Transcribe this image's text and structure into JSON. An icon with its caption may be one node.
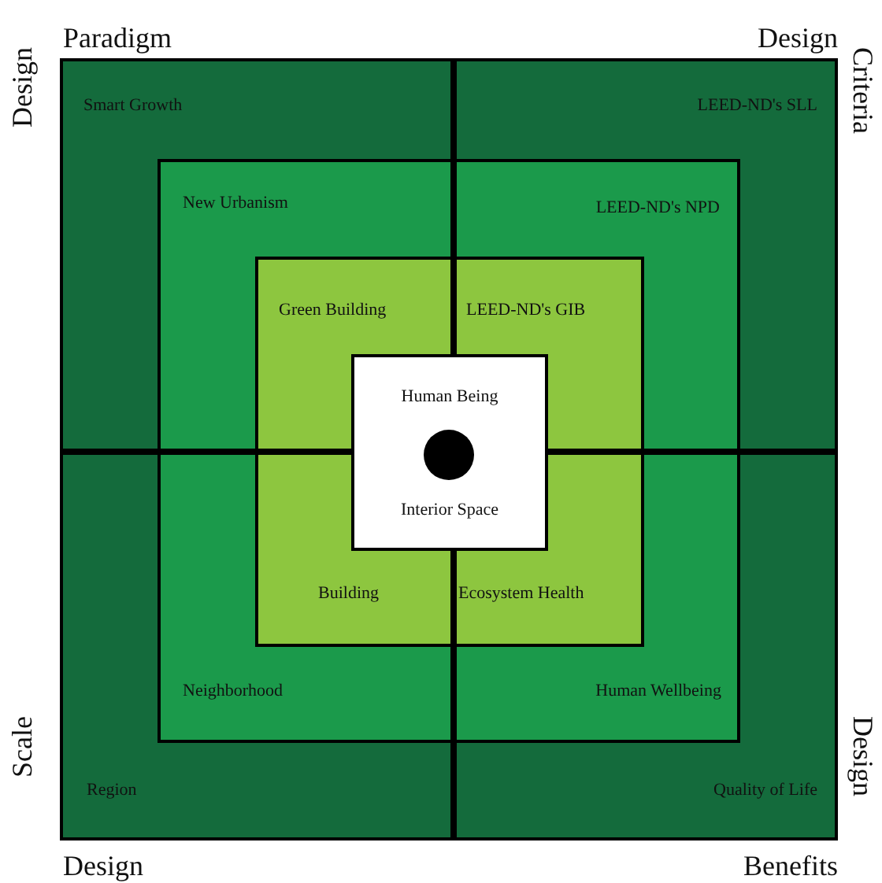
{
  "diagram": {
    "nodes": [
      {
        "text": [
          "Smart Growth",
          "LEED-ND's SLL",
          "Region",
          "Quality of Life"
        ]
      },
      {
        "text": [
          "New Urbanism",
          "LEED-ND's NPD",
          "Neighborhood",
          "Human Wellbeing"
        ],
        "in": 0
      },
      {
        "text": [
          "Green Building",
          "LEED-ND's GIB",
          "Building",
          "Ecosystem Health"
        ],
        "in": 1
      },
      {
        "text": [
          "Human Being",
          "Interior Space"
        ],
        "in": 2
      }
    ],
    "labels": [
      "Paradigm",
      "Design",
      "Design",
      "Criteria",
      "Scale",
      "Design",
      "Design",
      "Benefits"
    ]
  }
}
